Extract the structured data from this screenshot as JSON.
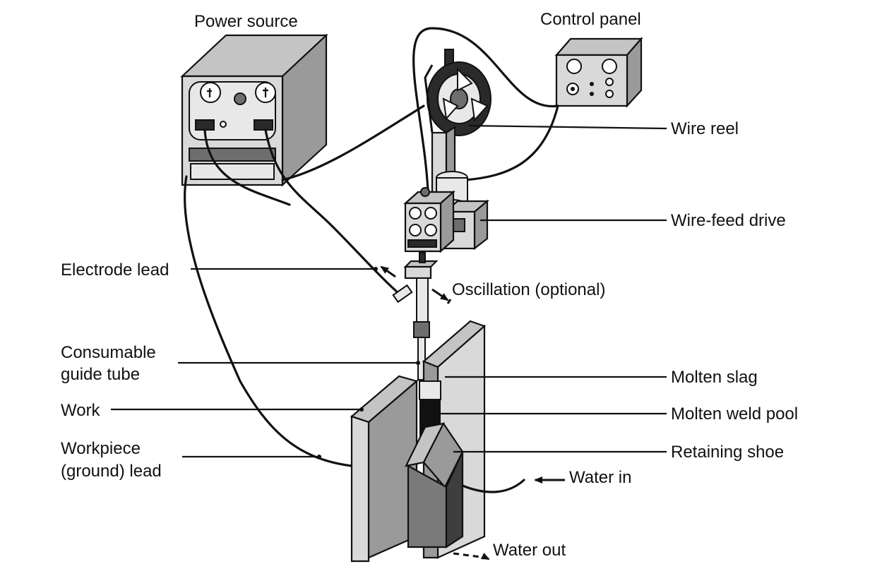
{
  "labels": {
    "power_source": "Power source",
    "control_panel": "Control panel",
    "wire_reel": "Wire reel",
    "wire_feed_drive": "Wire-feed drive",
    "electrode_lead": "Electrode lead",
    "oscillation": "Oscillation (optional)",
    "consumable_line1": "Consumable",
    "consumable_line2": "guide tube",
    "molten_slag": "Molten slag",
    "work": "Work",
    "molten_weld_pool": "Molten weld pool",
    "workpiece_line1": "Workpiece",
    "workpiece_line2": "(ground) lead",
    "retaining_shoe": "Retaining shoe",
    "water_in": "Water in",
    "water_out": "Water out"
  }
}
